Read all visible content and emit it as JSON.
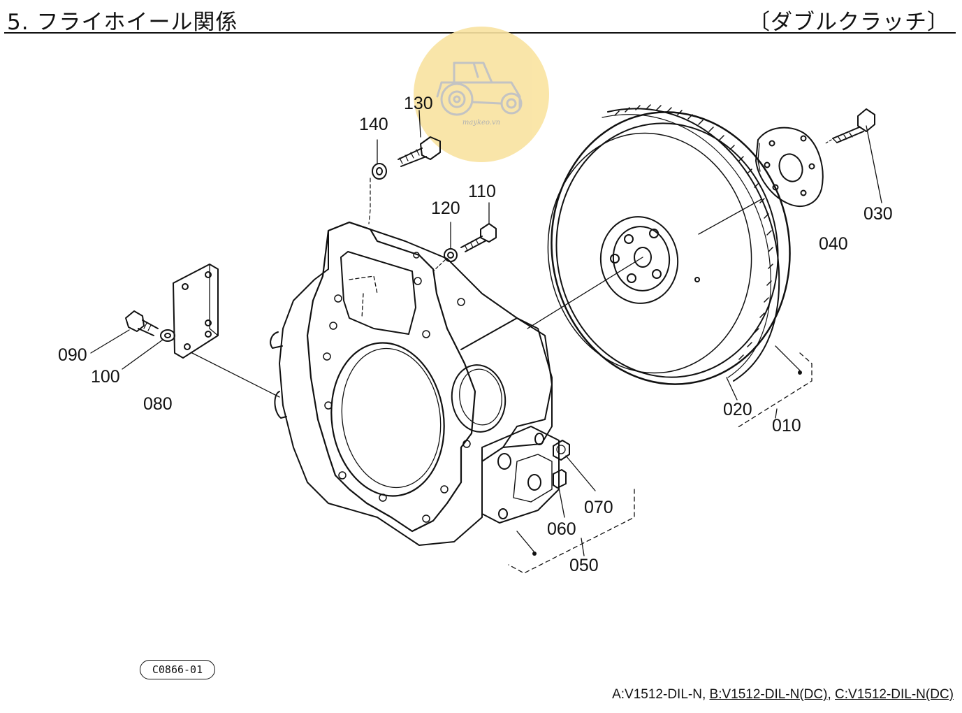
{
  "header": {
    "title": "5. フライホイール関係",
    "subtitle": "〔ダブルクラッチ〕"
  },
  "watermark": {
    "text": "maykeo.vn",
    "icon": "tractor-logo-icon"
  },
  "parts": [
    {
      "id": "010",
      "label": "010"
    },
    {
      "id": "020",
      "label": "020"
    },
    {
      "id": "030",
      "label": "030"
    },
    {
      "id": "040",
      "label": "040"
    },
    {
      "id": "050",
      "label": "050"
    },
    {
      "id": "060",
      "label": "060"
    },
    {
      "id": "070",
      "label": "070"
    },
    {
      "id": "080",
      "label": "080"
    },
    {
      "id": "090",
      "label": "090"
    },
    {
      "id": "100",
      "label": "100"
    },
    {
      "id": "110",
      "label": "110"
    },
    {
      "id": "120",
      "label": "120"
    },
    {
      "id": "130",
      "label": "130"
    },
    {
      "id": "140",
      "label": "140"
    }
  ],
  "footer": {
    "diagram_code": "C0866-01",
    "models": {
      "a": "A:V1512-DIL-N,",
      "b": "B:V1512-DIL-N(DC),",
      "c": "C:V1512-DIL-N(DC)"
    }
  },
  "colors": {
    "ink": "#111111",
    "watermark": "#f9e3a0"
  }
}
